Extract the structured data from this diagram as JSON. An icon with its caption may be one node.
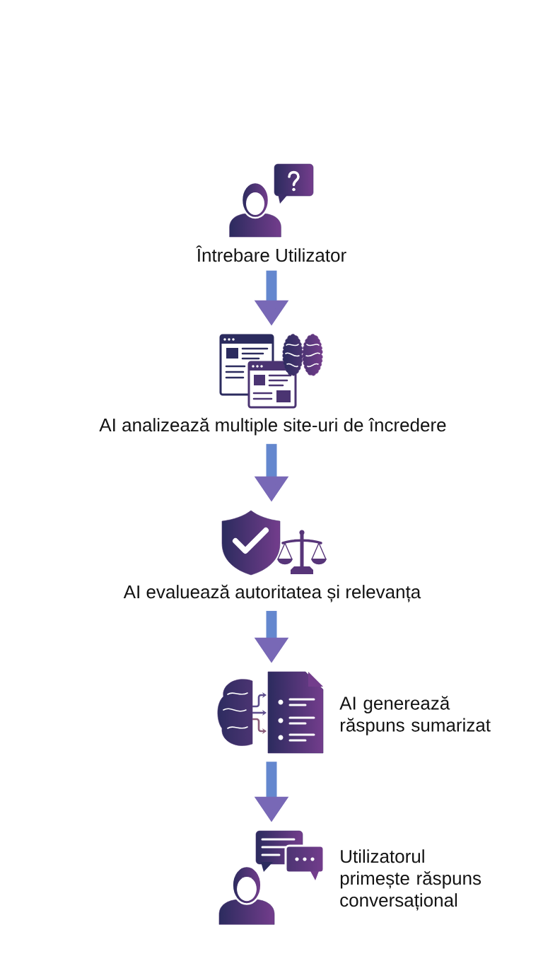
{
  "diagram": {
    "nodes": [
      {
        "text": [],
        "shape": "picture",
        "beside": [
          "Întrebare Utilizator"
        ]
      },
      {
        "text": [],
        "shape": "picture",
        "beside": [
          "AI analizează multiple site-uri de încredere"
        ]
      },
      {
        "text": [],
        "shape": "picture",
        "beside": [
          "AI evaluează autoritatea și relevanța"
        ]
      },
      {
        "text": [],
        "shape": "picture",
        "beside": [
          "AI generează răspuns sumarizat"
        ]
      },
      {
        "text": [],
        "shape": "picture",
        "beside": [
          "Utilizatorul primește răspuns conversațional"
        ]
      }
    ],
    "edges": [
      {
        "from": 0,
        "to": 1,
        "arrow": "to"
      },
      {
        "from": 1,
        "to": 2,
        "arrow": "to"
      },
      {
        "from": 2,
        "to": 3,
        "arrow": "to"
      },
      {
        "from": 3,
        "to": 4,
        "arrow": "to"
      }
    ]
  }
}
